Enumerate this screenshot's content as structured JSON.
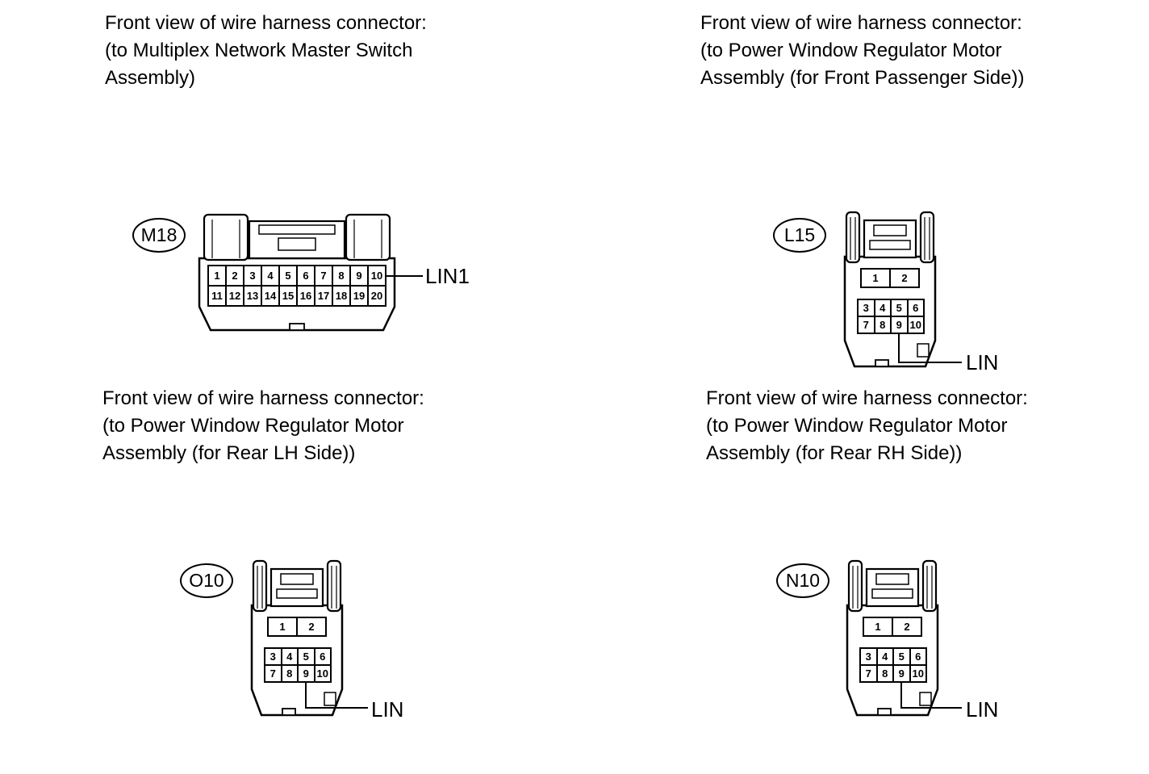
{
  "colors": {
    "line": "#000000",
    "background": "#ffffff"
  },
  "captions": {
    "m18": {
      "lines": [
        "Front view of wire harness connector:",
        "(to Multiplex Network Master Switch",
        "Assembly)"
      ]
    },
    "l15": {
      "lines": [
        "Front view of wire harness connector:",
        "(to Power Window Regulator Motor",
        "Assembly (for Front Passenger Side))"
      ]
    },
    "o10": {
      "lines": [
        "Front view of wire harness connector:",
        "(to Power Window Regulator Motor",
        "Assembly (for Rear LH Side))"
      ]
    },
    "n10": {
      "lines": [
        "Front view of wire harness connector:",
        "(to Power Window Regulator Motor",
        "Assembly (for Rear RH Side))"
      ]
    }
  },
  "connectors": {
    "m18": {
      "id": "M18",
      "signal_label": "LIN1",
      "signal_pin": "10",
      "pins": [
        "1",
        "2",
        "3",
        "4",
        "5",
        "6",
        "7",
        "8",
        "9",
        "10",
        "11",
        "12",
        "13",
        "14",
        "15",
        "16",
        "17",
        "18",
        "19",
        "20"
      ]
    },
    "l15": {
      "id": "L15",
      "signal_label": "LIN",
      "signal_pin": "9",
      "pins_top": [
        "1",
        "2"
      ],
      "pins_grid": [
        "3",
        "4",
        "5",
        "6",
        "7",
        "8",
        "9",
        "10"
      ]
    },
    "o10": {
      "id": "O10",
      "signal_label": "LIN",
      "signal_pin": "9",
      "pins_top": [
        "1",
        "2"
      ],
      "pins_grid": [
        "3",
        "4",
        "5",
        "6",
        "7",
        "8",
        "9",
        "10"
      ]
    },
    "n10": {
      "id": "N10",
      "signal_label": "LIN",
      "signal_pin": "9",
      "pins_top": [
        "1",
        "2"
      ],
      "pins_grid": [
        "3",
        "4",
        "5",
        "6",
        "7",
        "8",
        "9",
        "10"
      ]
    }
  }
}
